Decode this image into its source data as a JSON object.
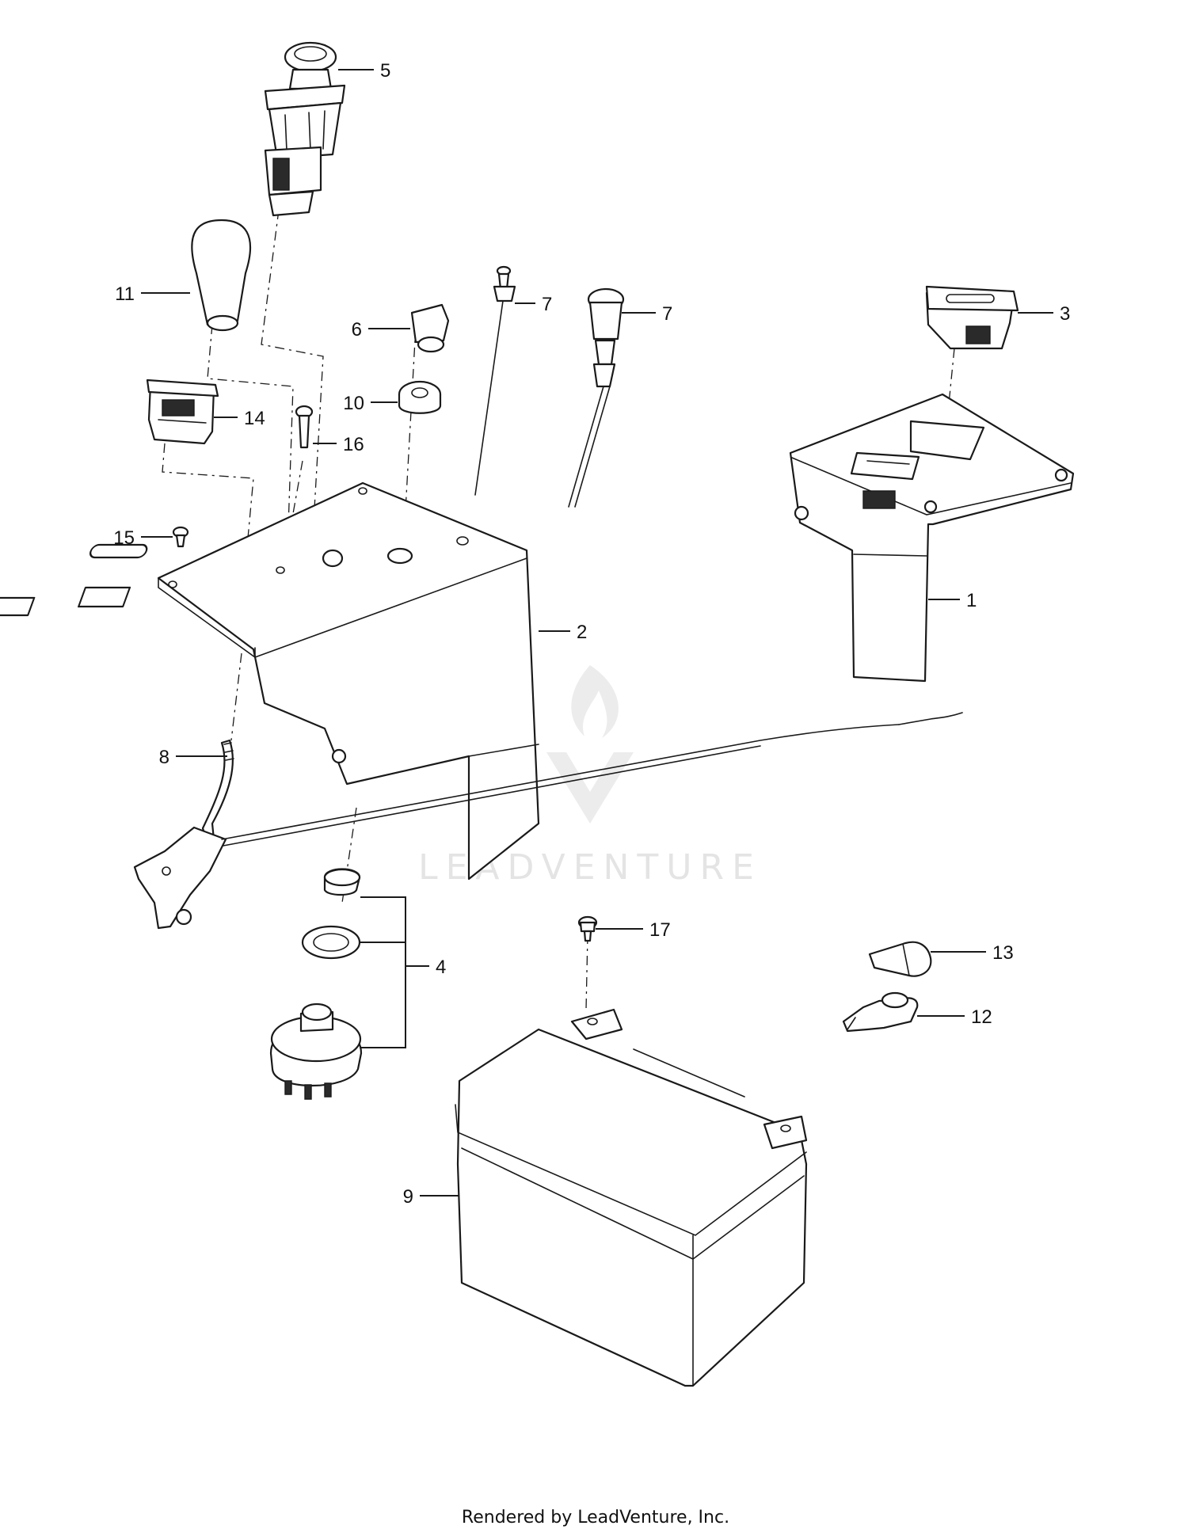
{
  "watermark": "LEADVENTURE",
  "footer": "Rendered by LeadVenture, Inc.",
  "callouts": {
    "c1": "1",
    "c2": "2",
    "c3": "3",
    "c4": "4",
    "c5": "5",
    "c6": "6",
    "c7a": "7",
    "c7b": "7",
    "c8": "8",
    "c9": "9",
    "c10": "10",
    "c11": "11",
    "c12": "12",
    "c13": "13",
    "c14": "14",
    "c15": "15",
    "c16": "16",
    "c17": "17"
  }
}
